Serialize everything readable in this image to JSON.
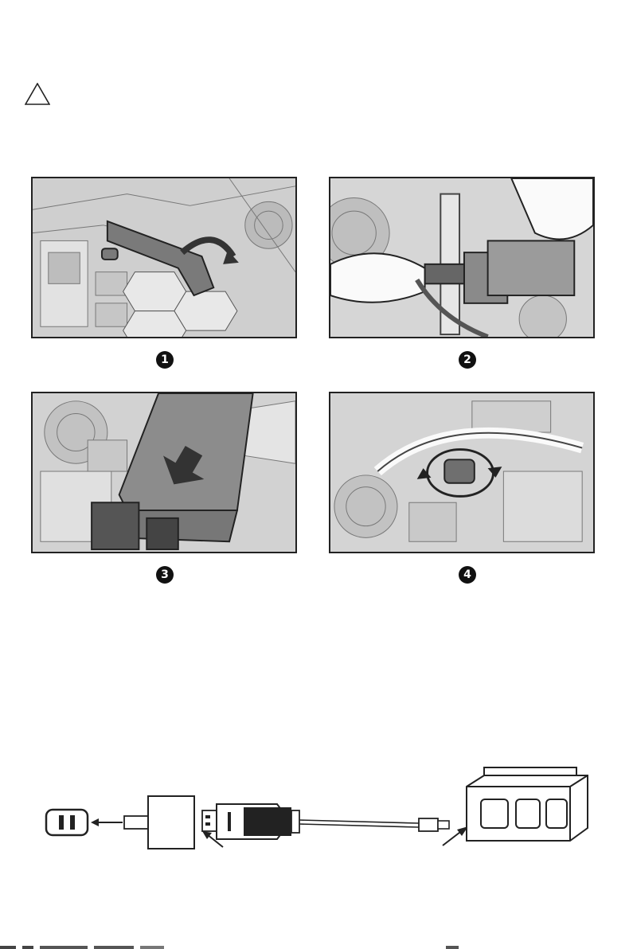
{
  "steps": [
    {
      "number": "1"
    },
    {
      "number": "2"
    },
    {
      "number": "3"
    },
    {
      "number": "4"
    }
  ],
  "icons": {
    "warning": "warning-triangle-icon",
    "outlet": "wall-outlet-icon",
    "adapter": "power-adapter-icon",
    "charger": "usb-charger-icon",
    "battery": "battery-pack-icon"
  },
  "colors": {
    "panel_border": "#222222",
    "badge_bg": "#111111",
    "line_art": "#333333"
  }
}
